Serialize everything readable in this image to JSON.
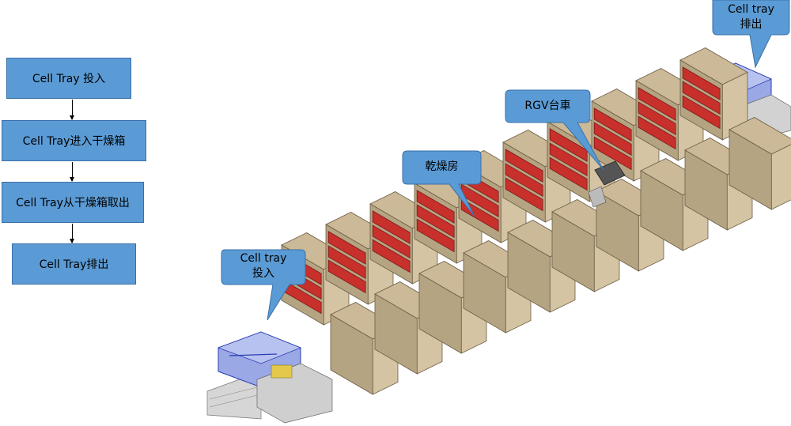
{
  "flow": {
    "step1": "Cell Tray 投入",
    "step2": "Cell Tray进入干燥箱",
    "step3": "Cell Tray从干燥箱取出",
    "step4": "Cell Tray排出"
  },
  "callouts": {
    "input_line1": "Cell tray",
    "input_line2": "投入",
    "dryroom": "乾燥房",
    "rgv": "RGV台車",
    "output_line1": "Cell tray",
    "output_line2": "排出"
  },
  "colors": {
    "flow_box": "#5b9bd5",
    "oven_body": "#c9b99a",
    "oven_door": "#c8302c",
    "enclosure": "#3b52c4"
  }
}
